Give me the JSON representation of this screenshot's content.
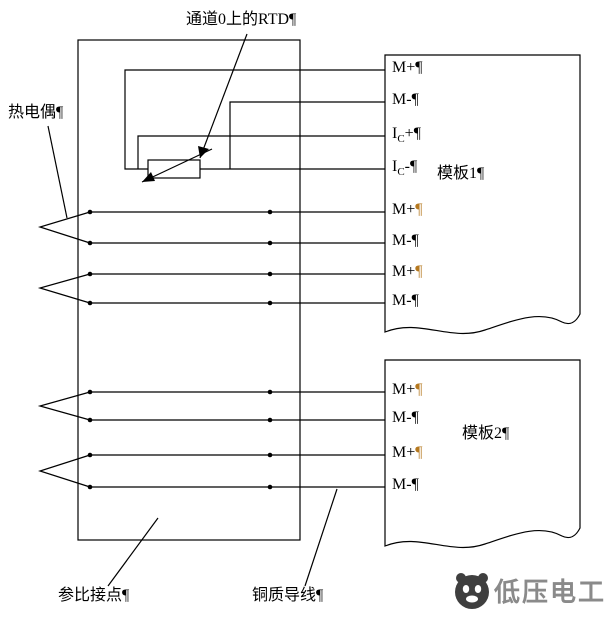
{
  "title": {
    "text": "通道0上的RTD",
    "pilcrow": "¶"
  },
  "labels": {
    "thermocouple": {
      "text": "热电偶",
      "pilcrow": "¶"
    },
    "reference_junction": {
      "text": "参比接点",
      "pilcrow": "¶"
    },
    "copper_wire": {
      "text": "铜质导线",
      "pilcrow": "¶"
    }
  },
  "modules": [
    {
      "name": "模板1",
      "pilcrow": "¶",
      "terminals": [
        {
          "label": "M+",
          "sub": "",
          "tail": "",
          "pilcrow": "¶",
          "pilcrow_color": "#000000"
        },
        {
          "label": "M-",
          "sub": "",
          "tail": "",
          "pilcrow": "¶",
          "pilcrow_color": "#000000"
        },
        {
          "label": "I",
          "sub": "C",
          "tail": "+",
          "pilcrow": "¶",
          "pilcrow_color": "#000000"
        },
        {
          "label": "I",
          "sub": "C",
          "tail": "-",
          "pilcrow": "¶",
          "pilcrow_color": "#000000"
        },
        {
          "label": "M+",
          "sub": "",
          "tail": "",
          "pilcrow": "¶",
          "pilcrow_color": "#b5781f"
        },
        {
          "label": "M-",
          "sub": "",
          "tail": "",
          "pilcrow": "¶",
          "pilcrow_color": "#000000"
        },
        {
          "label": "M+",
          "sub": "",
          "tail": "",
          "pilcrow": "¶",
          "pilcrow_color": "#b5781f"
        },
        {
          "label": "M-",
          "sub": "",
          "tail": "",
          "pilcrow": "¶",
          "pilcrow_color": "#000000"
        }
      ]
    },
    {
      "name": "模板2",
      "pilcrow": "¶",
      "terminals": [
        {
          "label": "M+",
          "sub": "",
          "tail": "",
          "pilcrow": "¶",
          "pilcrow_color": "#b5781f"
        },
        {
          "label": "M-",
          "sub": "",
          "tail": "",
          "pilcrow": "¶",
          "pilcrow_color": "#000000"
        },
        {
          "label": "M+",
          "sub": "",
          "tail": "",
          "pilcrow": "¶",
          "pilcrow_color": "#b5781f"
        },
        {
          "label": "M-",
          "sub": "",
          "tail": "",
          "pilcrow": "¶",
          "pilcrow_color": "#000000"
        }
      ]
    }
  ],
  "watermark": {
    "text": "低压电工"
  },
  "colors": {
    "line": "#000000",
    "pilcrow_orange": "#b5781f",
    "watermark_text": "#8a8a8a",
    "watermark_logo": "#3f3f3f"
  }
}
